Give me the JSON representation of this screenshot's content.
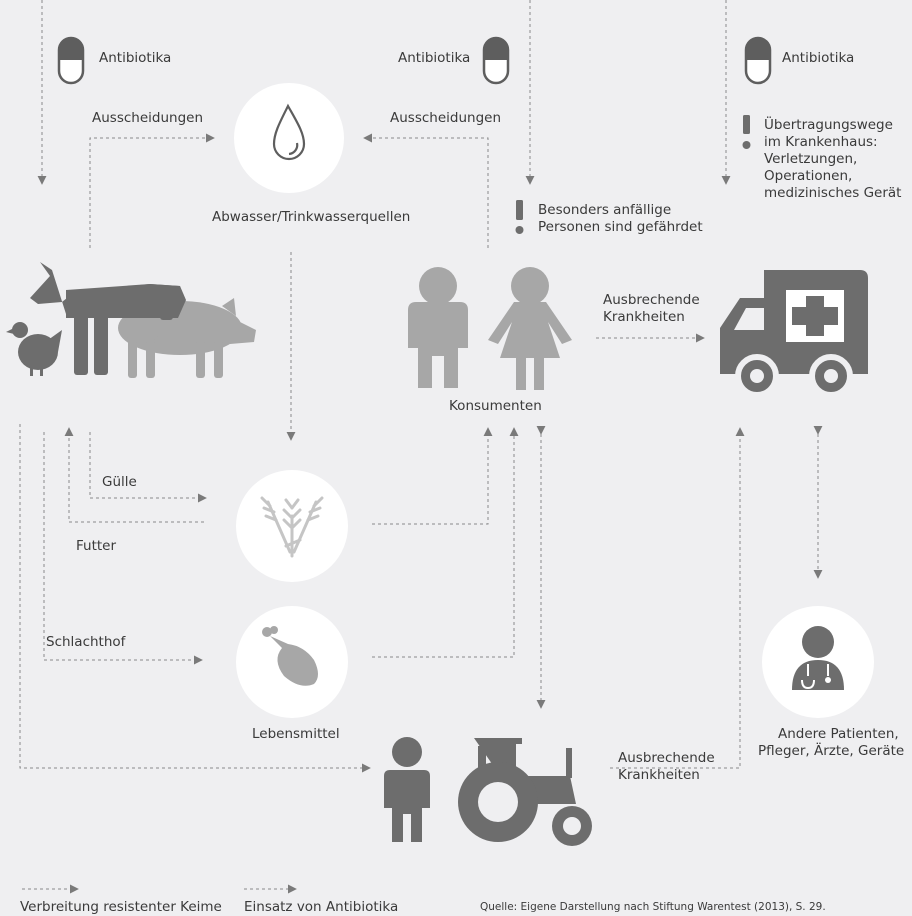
{
  "antibiotics": {
    "left": "Antibiotika",
    "center": "Antibiotika",
    "right": "Antibiotika"
  },
  "excretions": {
    "left": "Ausscheidungen",
    "right": "Ausscheidungen"
  },
  "water": {
    "label": "Abwasser/Trinkwasserquellen"
  },
  "warnings": {
    "vulnerable_line1": "Besonders anfällige",
    "vulnerable_line2": "Personen sind gefährdet",
    "hospital_line1": "Übertragungswege",
    "hospital_line2": "im Krankenhaus:",
    "hospital_line3": "Verletzungen,",
    "hospital_line4": "Operationen,",
    "hospital_line5": "medizinisches Gerät"
  },
  "consumers": {
    "label": "Konsumenten"
  },
  "outbreak_top": {
    "line1": "Ausbrechende",
    "line2": "Krankheiten"
  },
  "outbreak_bottom": {
    "line1": "Ausbrechende",
    "line2": "Krankheiten"
  },
  "farm": {
    "manure": "Gülle",
    "feed": "Futter",
    "slaughterhouse": "Schlachthof"
  },
  "food": {
    "label": "Lebensmittel"
  },
  "others": {
    "line1": "Andere Patienten,",
    "line2": "Pfleger, Ärzte, Geräte"
  },
  "legend": {
    "spread": "Verbreitung resistenter Keime",
    "use": "Einsatz von Antibiotika"
  },
  "source": "Quelle: Eigene Darstellung nach Stiftung Warentest (2013), S. 29.",
  "colors": {
    "background": "#efeff1",
    "dark_icon": "#6d6d6d",
    "light_icon": "#a7a7a7",
    "line": "#8a8a8a",
    "circle": "#ffffff"
  }
}
